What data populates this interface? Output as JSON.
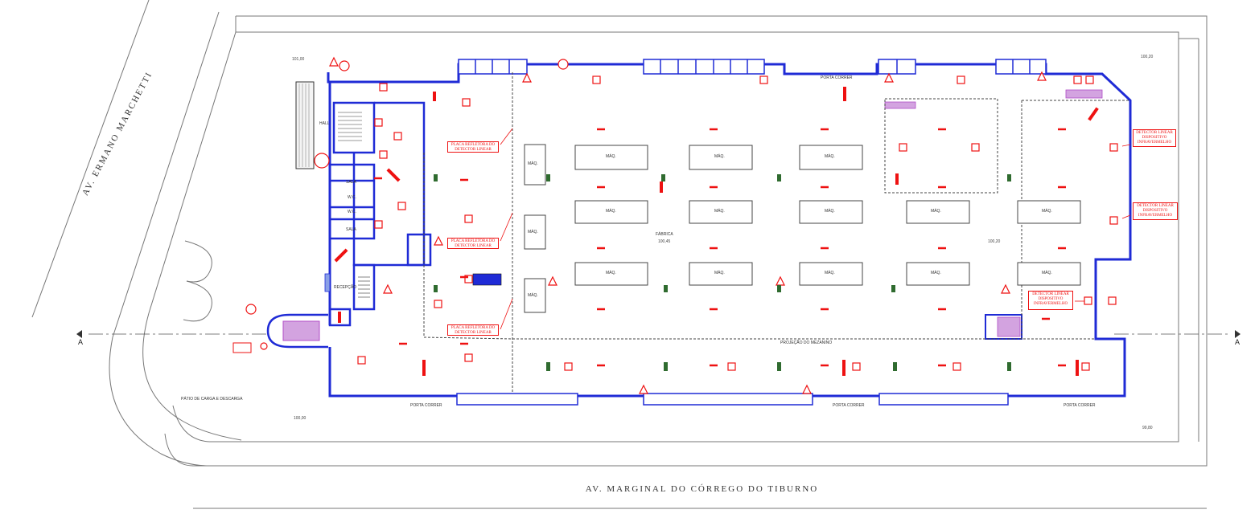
{
  "streets": {
    "bottom": "AV. MARGINAL DO CÓRREGO DO TIBURNO",
    "left": "AV. ERMANO MARCHETTI"
  },
  "section_marks": {
    "left": "A",
    "right": "A"
  },
  "areas": {
    "patio": "PÁTIO DE CARGA E DESCARGA",
    "fabrica": "FÁBRICA",
    "sala": "SALA",
    "wc": "W.C.",
    "recepcao": "RECEPÇÃO",
    "hall": "HALL",
    "projecao_mezanino": "PROJEÇÃO DO MEZANINO",
    "porta_correr": "PORTA CORRER",
    "maquina": "MÁQ."
  },
  "notes": {
    "placa_1": "PLACA REFLETORA DO DETECTOR LINEAR",
    "placa_2": "PLACA REFLETORA DO DETECTOR LINEAR",
    "placa_3": "PLACA REFLETORA DO DETECTOR LINEAR",
    "detector_1": "DETECTOR LINEAR DISPOSITIVO INFRAVERMELHO",
    "detector_2": "DETECTOR LINEAR DISPOSITIVO INFRAVERMELHO",
    "detector_3": "DETECTOR LINEAR DISPOSITIVO INFRAVERMELHO"
  },
  "elevations": {
    "e1": "101,00",
    "e2": "100,20",
    "e3": "100,45",
    "e4": "100,20",
    "e5": "100,00",
    "e6": "99,80"
  },
  "colors": {
    "wall": "#1f2bd6",
    "safety": "#ee1111",
    "equipment": "#2f6b2f",
    "outline": "#555555",
    "mezzanine": "#b04cc7"
  }
}
